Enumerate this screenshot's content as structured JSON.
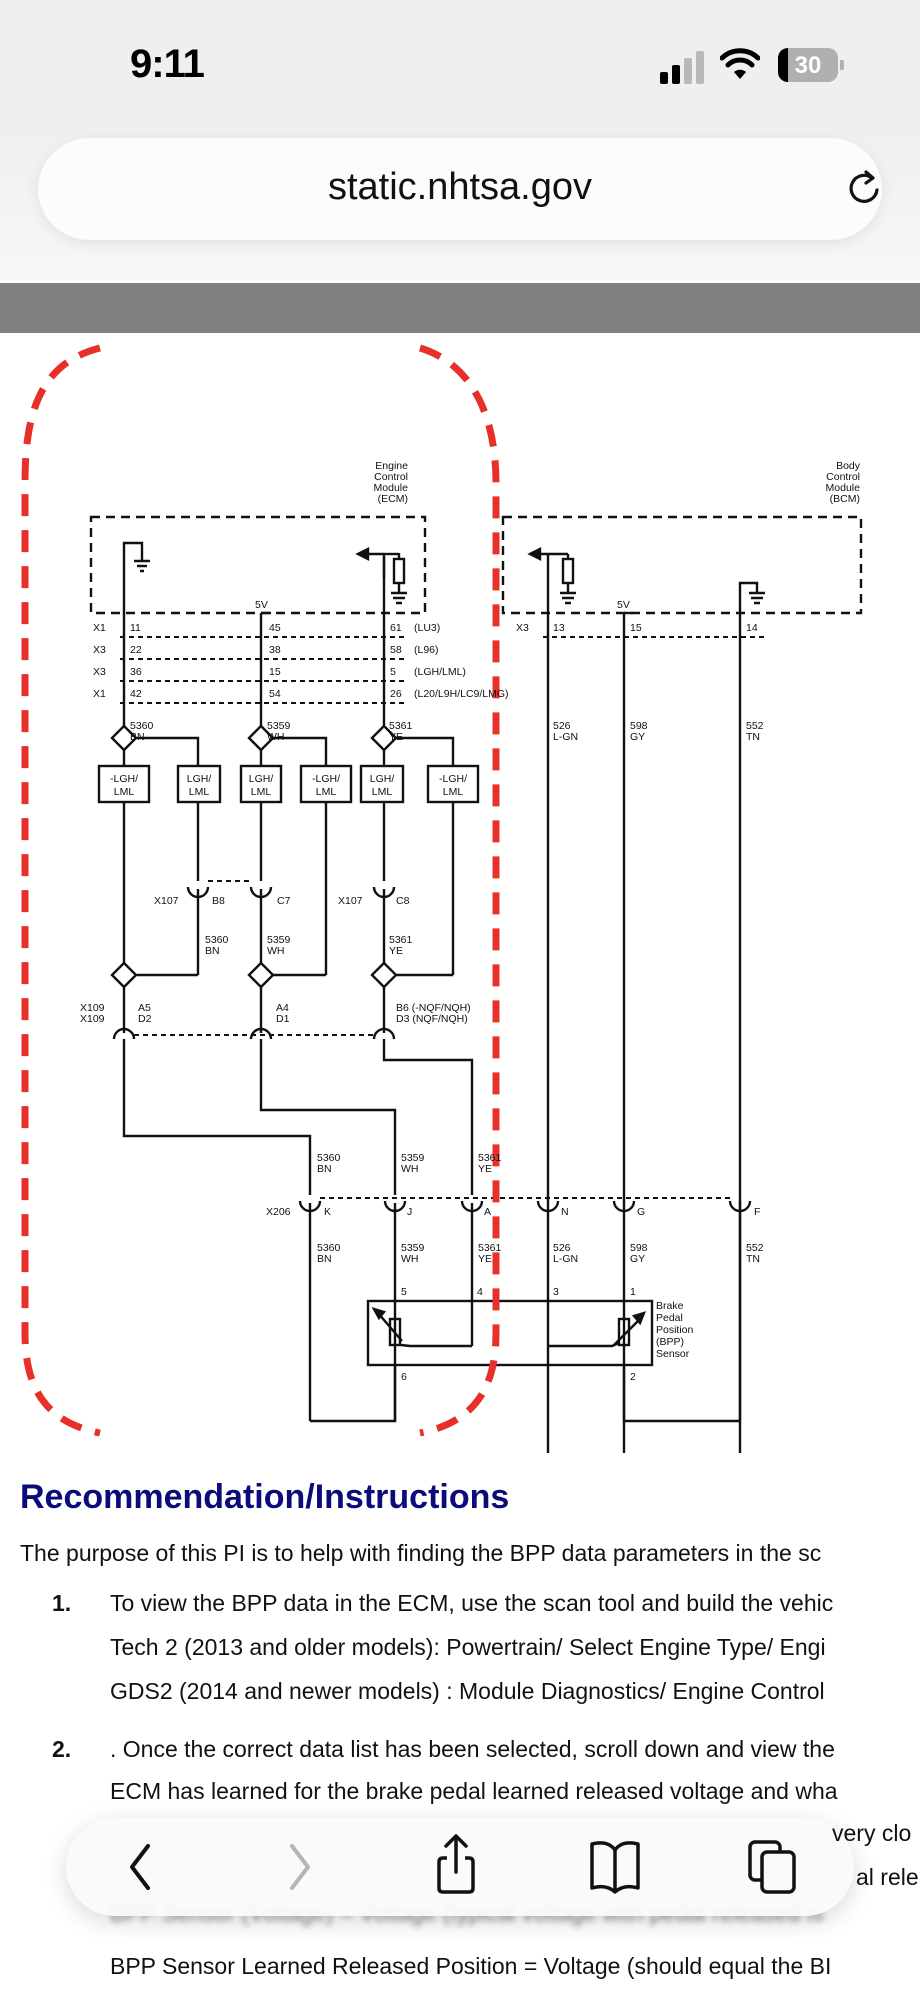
{
  "status_bar": {
    "time": "9:11",
    "battery_percent": "30",
    "icons": [
      "cellular-signal-icon",
      "wifi-icon",
      "battery-icon"
    ]
  },
  "browser": {
    "url": "static.nhtsa.gov",
    "reload_icon": "reload-icon",
    "toolbar": {
      "buttons": [
        {
          "name": "back",
          "icon": "chevron-left-icon",
          "enabled": true
        },
        {
          "name": "forward",
          "icon": "chevron-right-icon",
          "enabled": false
        },
        {
          "name": "share",
          "icon": "share-icon",
          "enabled": true
        },
        {
          "name": "bookmarks",
          "icon": "book-icon",
          "enabled": true
        },
        {
          "name": "tabs",
          "icon": "tabs-icon",
          "enabled": true
        }
      ]
    }
  },
  "diagram": {
    "ecm_label": [
      "Engine",
      "Control",
      "Module",
      "(ECM)"
    ],
    "bcm_label": [
      "Body",
      "Control",
      "Module",
      "(BCM)"
    ],
    "sensor_label": [
      "Brake",
      "Pedal",
      "Position",
      "(BPP)",
      "Sensor"
    ],
    "five_v": "5V",
    "ecm_connectors": [
      "X1",
      "X3",
      "X3",
      "X1"
    ],
    "ecm_pins_col1": [
      "11",
      "22",
      "36",
      "42"
    ],
    "ecm_pins_col2": [
      "45",
      "38",
      "15",
      "54"
    ],
    "ecm_pins_col3": [
      "61",
      "58",
      "5",
      "26"
    ],
    "ecm_variants": [
      "(LU3)",
      "(L96)",
      "(LGH/LML)",
      "(L20/L9H/LC9/LMG)"
    ],
    "bcm_connector": "X3",
    "bcm_pins": [
      "13",
      "15",
      "14"
    ],
    "circuits": {
      "c5360": [
        "5360",
        "BN"
      ],
      "c5359": [
        "5359",
        "WH"
      ],
      "c5361": [
        "5361",
        "YE"
      ],
      "c526": [
        "526",
        "L-GN"
      ],
      "c598": [
        "598",
        "GY"
      ],
      "c552": [
        "552",
        "TN"
      ]
    },
    "option_boxes": [
      [
        "-LGH/",
        "LML"
      ],
      [
        "LGH/",
        "LML"
      ],
      [
        "LGH/",
        "LML"
      ],
      [
        "-LGH/",
        "LML"
      ],
      [
        "LGH/",
        "LML"
      ],
      [
        "-LGH/",
        "LML"
      ]
    ],
    "x107": "X107",
    "x107_pins": [
      "B8",
      "C7",
      "C8"
    ],
    "x109": [
      "X109",
      "X109"
    ],
    "x109_pins": [
      [
        "A5",
        "D2"
      ],
      [
        "A4",
        "D1"
      ],
      [
        "B6 (-NQF/NQH)",
        "D3 (NQF/NQH)"
      ]
    ],
    "x206": "X206",
    "x206_pins": [
      "K",
      "J",
      "A",
      "N",
      "G",
      "F"
    ],
    "sensor_pins": [
      "5",
      "4",
      "3",
      "1",
      "6",
      "2"
    ]
  },
  "document": {
    "heading": "Recommendation/Instructions",
    "intro": "The purpose of this PI is to help with finding the BPP data parameters in the sc",
    "steps": [
      {
        "number": "1.",
        "lines": [
          "To view the BPP data in the ECM, use the scan tool and build the vehic",
          "Tech 2 (2013 and older models): Powertrain/ Select Engine Type/ Engi",
          "GDS2 (2014 and newer models) : Module Diagnostics/ Engine Control"
        ]
      },
      {
        "number": "2.",
        "lines": [
          ". Once the correct data list has been selected, scroll down and view the",
          "ECM has learned for the brake pedal learned released voltage and wha",
          "very clo",
          "al rele",
          "BPP Sensor (Voltage) = Voltage (typical voltage with pedal released is",
          "BPP Sensor Learned Released Position = Voltage (should equal the BI"
        ]
      }
    ]
  }
}
